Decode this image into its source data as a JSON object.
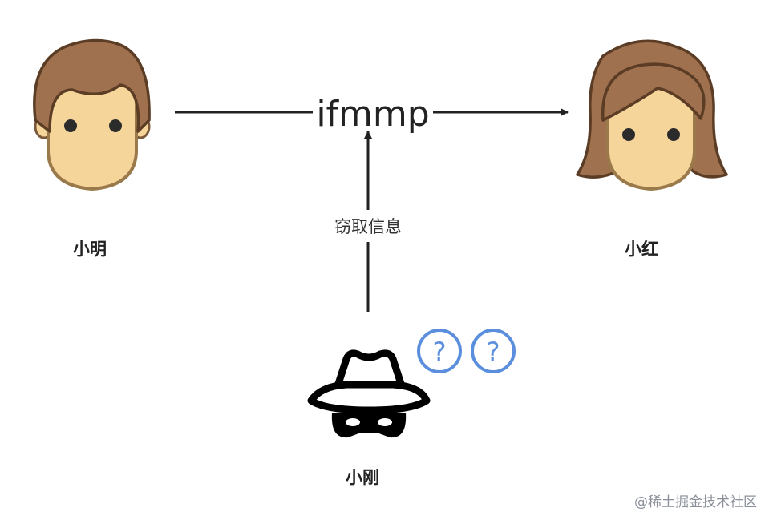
{
  "nodes": {
    "sender": {
      "label": "小明"
    },
    "receiver": {
      "label": "小红"
    },
    "eavesdropper": {
      "label": "小刚"
    }
  },
  "edges": {
    "message": {
      "label": "ifmmp"
    },
    "intercept": {
      "label": "窃取信息"
    }
  },
  "question_marks": [
    "?",
    "?"
  ],
  "watermark": "@稀土掘金技术社区",
  "colors": {
    "hair": "#a0714f",
    "skin": "#f6d59b",
    "outline": "#5b3c24",
    "line": "#222222",
    "question": "#5b8fde",
    "hat": "#000000",
    "watermark": "#8a8f99"
  },
  "icons": {
    "sender": "man-face-icon",
    "receiver": "woman-face-icon",
    "eavesdropper": "spy-icon",
    "question": "question-circle-icon"
  }
}
